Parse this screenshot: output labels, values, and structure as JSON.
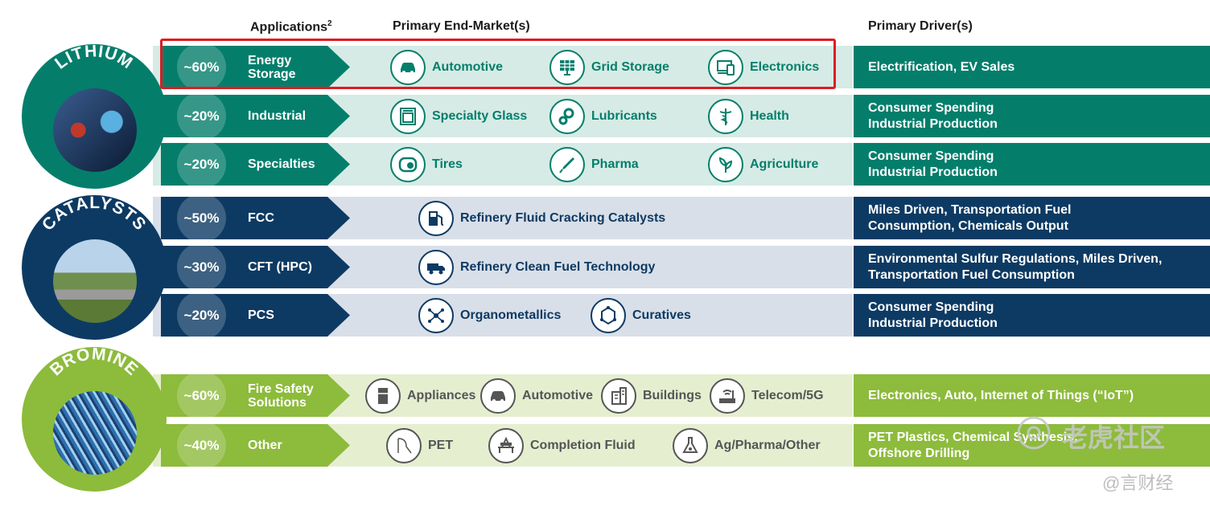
{
  "headers": {
    "applications": "Applications",
    "applications_sup": "2",
    "end_market": "Primary End-Market(s)",
    "drivers": "Primary Driver(s)"
  },
  "segments": {
    "lithium": {
      "label": "LITHIUM"
    },
    "catalysts": {
      "label": "CATALYSTS"
    },
    "bromine": {
      "label": "BROMINE"
    }
  },
  "rows": [
    {
      "pct": "~60%",
      "app": "Energy\nStorage",
      "markets": [
        "Automotive",
        "Grid Storage",
        "Electronics"
      ],
      "driver": "Electrification, EV Sales"
    },
    {
      "pct": "~20%",
      "app": "Industrial",
      "markets": [
        "Specialty Glass",
        "Lubricants",
        "Health"
      ],
      "driver": "Consumer Spending\nIndustrial Production"
    },
    {
      "pct": "~20%",
      "app": "Specialties",
      "markets": [
        "Tires",
        "Pharma",
        "Agriculture"
      ],
      "driver": "Consumer Spending\nIndustrial Production"
    },
    {
      "pct": "~50%",
      "app": "FCC",
      "markets": [
        "Refinery Fluid Cracking Catalysts"
      ],
      "driver": "Miles Driven, Transportation Fuel\nConsumption, Chemicals Output"
    },
    {
      "pct": "~30%",
      "app": "CFT (HPC)",
      "markets": [
        "Refinery Clean Fuel Technology"
      ],
      "driver": "Environmental Sulfur Regulations, Miles Driven,\nTransportation Fuel Consumption"
    },
    {
      "pct": "~20%",
      "app": "PCS",
      "markets": [
        "Organometallics",
        "Curatives"
      ],
      "driver": "Consumer Spending\nIndustrial Production"
    },
    {
      "pct": "~60%",
      "app": "Fire Safety\nSolutions",
      "markets": [
        "Appliances",
        "Automotive",
        "Buildings",
        "Telecom/5G"
      ],
      "driver": "Electronics, Auto, Internet of Things (“IoT”)"
    },
    {
      "pct": "~40%",
      "app": "Other",
      "markets": [
        "PET",
        "Completion Fluid",
        "Ag/Pharma/Other"
      ],
      "driver": "PET Plastics, Chemical Synthesis,\nOffshore Drilling"
    }
  ],
  "icons": {
    "r0": [
      "car-icon",
      "solar-panel-icon",
      "devices-icon"
    ],
    "r1": [
      "glass-icon",
      "gears-icon",
      "caduceus-icon"
    ],
    "r2": [
      "tire-icon",
      "dropper-icon",
      "leaves-icon"
    ],
    "r3": [
      "fuel-pump-icon"
    ],
    "r4": [
      "truck-icon"
    ],
    "r5": [
      "molecule-icon",
      "hexagon-icon"
    ],
    "r6": [
      "fridge-icon",
      "car-icon",
      "building-icon",
      "router-icon"
    ],
    "r7": [
      "bottle-icon",
      "rig-icon",
      "flask-icon"
    ]
  },
  "watermark": {
    "logo": "老虎社区",
    "credit": "@言财经"
  },
  "colors": {
    "lithium_dark": "#047e6b",
    "lithium_light": "#d6ebe5",
    "catalysts_dark": "#0d3a63",
    "catalysts_light": "#d9dfe8",
    "bromine_dark": "#8dbb3c",
    "bromine_light": "#e5efd0",
    "highlight": "#e11b22"
  }
}
